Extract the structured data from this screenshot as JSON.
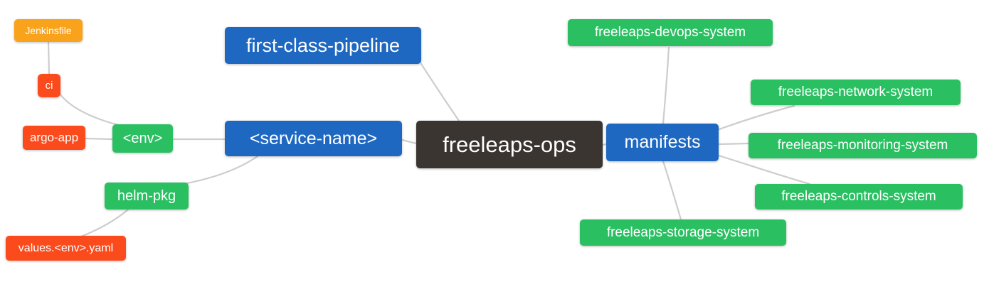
{
  "diagram": {
    "type": "mind-map",
    "root": "freeleaps-ops",
    "palette": {
      "blue": "#1e68c2",
      "green": "#2ac062",
      "red": "#fb4b1c",
      "amber": "#f9a21c",
      "dark": "#3a3531",
      "edge": "#cdcdcd",
      "text": "#ffffff",
      "background": "#ffffff"
    },
    "nodes": {
      "jenkinsfile": {
        "label": "Jenkinsfile",
        "color": "amber"
      },
      "ci": {
        "label": "ci",
        "color": "red"
      },
      "argo_app": {
        "label": "argo-app",
        "color": "red"
      },
      "env": {
        "label": "<env>",
        "color": "green"
      },
      "helm_pkg": {
        "label": "helm-pkg",
        "color": "green"
      },
      "values_env_yaml": {
        "label": "values.<env>.yaml",
        "color": "red"
      },
      "first_class_pipeline": {
        "label": "first-class-pipeline",
        "color": "blue"
      },
      "service_name": {
        "label": "<service-name>",
        "color": "blue"
      },
      "freeleaps_ops": {
        "label": "freeleaps-ops",
        "color": "dark"
      },
      "manifests": {
        "label": "manifests",
        "color": "blue"
      },
      "devops_system": {
        "label": "freeleaps-devops-system",
        "color": "green"
      },
      "network_system": {
        "label": "freeleaps-network-system",
        "color": "green"
      },
      "monitoring_system": {
        "label": "freeleaps-monitoring-system",
        "color": "green"
      },
      "controls_system": {
        "label": "freeleaps-controls-system",
        "color": "green"
      },
      "storage_system": {
        "label": "freeleaps-storage-system",
        "color": "green"
      }
    },
    "edges": [
      {
        "from": "jenkinsfile",
        "to": "ci"
      },
      {
        "from": "ci",
        "to": "env"
      },
      {
        "from": "argo_app",
        "to": "env"
      },
      {
        "from": "env",
        "to": "service_name"
      },
      {
        "from": "service_name",
        "to": "helm_pkg"
      },
      {
        "from": "helm_pkg",
        "to": "values_env_yaml"
      },
      {
        "from": "first_class_pipeline",
        "to": "freeleaps_ops"
      },
      {
        "from": "service_name",
        "to": "freeleaps_ops"
      },
      {
        "from": "freeleaps_ops",
        "to": "manifests"
      },
      {
        "from": "manifests",
        "to": "devops_system"
      },
      {
        "from": "manifests",
        "to": "network_system"
      },
      {
        "from": "manifests",
        "to": "monitoring_system"
      },
      {
        "from": "manifests",
        "to": "controls_system"
      },
      {
        "from": "manifests",
        "to": "storage_system"
      }
    ]
  }
}
